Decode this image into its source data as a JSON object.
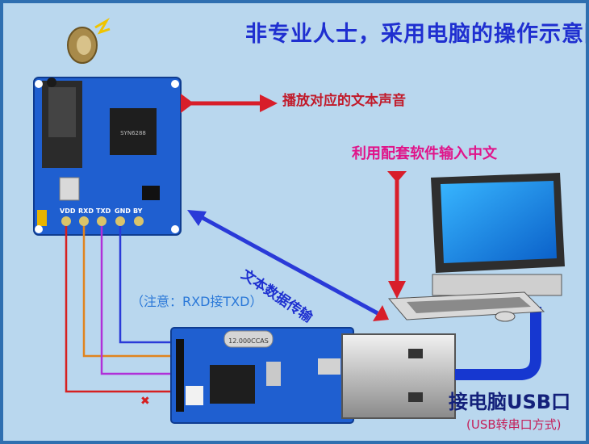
{
  "title": "非专业人士，采用电脑的操作示意图",
  "labels": {
    "play_audio": "播放对应的文本声音",
    "input_chinese": "利用配套软件输入中文",
    "data_transfer": "文本数据传输",
    "note": "（注意：RXD接TXD）",
    "usb_port": "接电脑USB口",
    "usb_mode": "(USB转串口方式)"
  },
  "module_pins": [
    "VDD",
    "RXD",
    "TXD",
    "GND",
    "BY"
  ],
  "chip_marking": "12.000CCAS",
  "colors": {
    "board_blue": "#1f5fd0",
    "arrow_red": "#d81e2a",
    "arrow_blue": "#2a3ad8",
    "wire_red": "#d62020",
    "wire_orange": "#e0841e",
    "wire_purple": "#b030d8",
    "wire_blue": "#2a3ad8",
    "cable_blue": "#1637d0"
  }
}
